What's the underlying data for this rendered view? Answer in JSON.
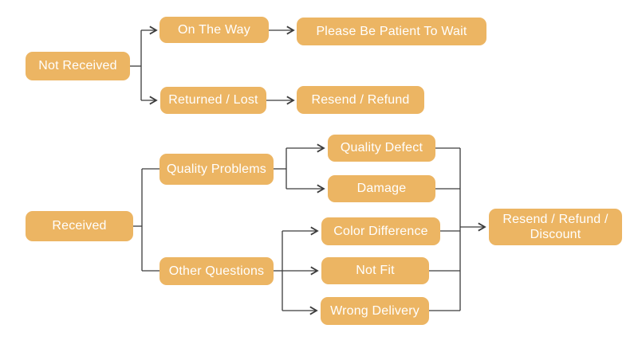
{
  "diagram": {
    "type": "flowchart",
    "colors": {
      "node_fill": "#ECB563",
      "node_text": "#FFFFFF",
      "connector": "#3C3C3C",
      "background": "#FFFFFF"
    },
    "nodes": {
      "not_received": {
        "label": "Not Received"
      },
      "on_the_way": {
        "label": "On The Way"
      },
      "please_wait": {
        "label": "Please Be Patient To Wait"
      },
      "returned_lost": {
        "label": "Returned / Lost"
      },
      "resend_refund": {
        "label": "Resend / Refund"
      },
      "received": {
        "label": "Received"
      },
      "quality_problems": {
        "label": "Quality Problems"
      },
      "other_questions": {
        "label": "Other Questions"
      },
      "quality_defect": {
        "label": "Quality Defect"
      },
      "damage": {
        "label": "Damage"
      },
      "color_difference": {
        "label": "Color Difference"
      },
      "not_fit": {
        "label": "Not Fit"
      },
      "wrong_delivery": {
        "label": "Wrong Delivery"
      },
      "resend_refund_discount": {
        "label": "Resend / Refund / Discount"
      }
    },
    "edges": [
      {
        "from": "not_received",
        "to": "on_the_way",
        "arrow": true
      },
      {
        "from": "not_received",
        "to": "returned_lost",
        "arrow": true
      },
      {
        "from": "on_the_way",
        "to": "please_wait",
        "arrow": true
      },
      {
        "from": "returned_lost",
        "to": "resend_refund",
        "arrow": true
      },
      {
        "from": "received",
        "to": "quality_problems",
        "arrow": false
      },
      {
        "from": "received",
        "to": "other_questions",
        "arrow": false
      },
      {
        "from": "quality_problems",
        "to": "quality_defect",
        "arrow": true
      },
      {
        "from": "quality_problems",
        "to": "damage",
        "arrow": true
      },
      {
        "from": "other_questions",
        "to": "color_difference",
        "arrow": true
      },
      {
        "from": "other_questions",
        "to": "not_fit",
        "arrow": true
      },
      {
        "from": "other_questions",
        "to": "wrong_delivery",
        "arrow": true
      },
      {
        "from": "quality_defect",
        "to": "resend_refund_discount",
        "arrow": true
      },
      {
        "from": "damage",
        "to": "resend_refund_discount",
        "arrow": true
      },
      {
        "from": "color_difference",
        "to": "resend_refund_discount",
        "arrow": true
      },
      {
        "from": "not_fit",
        "to": "resend_refund_discount",
        "arrow": true
      },
      {
        "from": "wrong_delivery",
        "to": "resend_refund_discount",
        "arrow": true
      }
    ]
  }
}
